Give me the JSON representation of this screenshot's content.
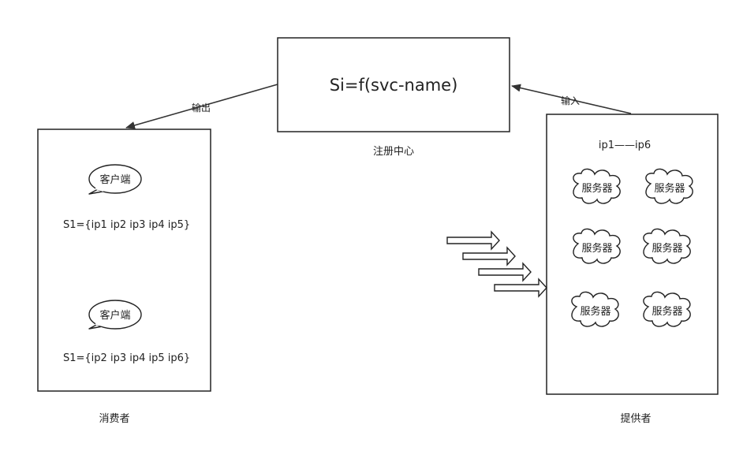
{
  "registry": {
    "formula": "Si=f(svc-name)",
    "label": "注册中心"
  },
  "consumer": {
    "label": "消费者",
    "clients": [
      {
        "bubble": "客户端",
        "set": "S1={ip1 ip2 ip3 ip4 ip5}"
      },
      {
        "bubble": "客户端",
        "set": "S1={ip2 ip3 ip4 ip5 ip6}"
      }
    ]
  },
  "provider": {
    "label": "提供者",
    "range": "ip1——ip6",
    "servers": [
      "服务器",
      "服务器",
      "服务器",
      "服务器",
      "服务器",
      "服务器"
    ]
  },
  "edges": {
    "output": "输出",
    "input": "输入"
  },
  "colors": {
    "stroke": "#222222",
    "background": "#ffffff"
  }
}
